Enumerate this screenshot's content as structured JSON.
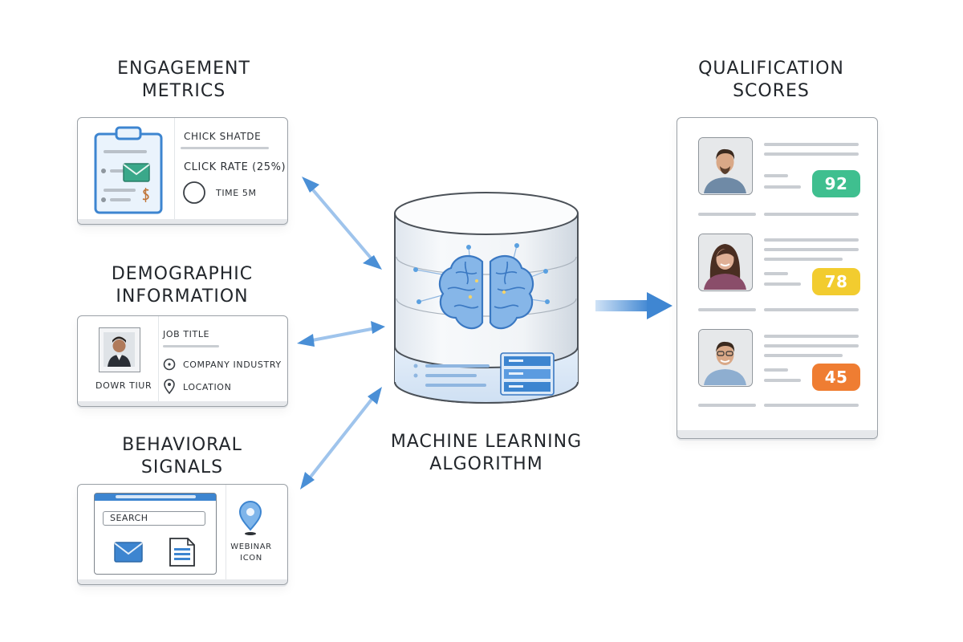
{
  "engagement": {
    "heading_line1": "ENGAGEMENT",
    "heading_line2": "METRICS",
    "garbled_label": "CHICK SHATDE",
    "click_rate": "CLICK RATE (25%)",
    "time": "TIME 5M"
  },
  "demographic": {
    "heading_line1": "DEMOGRAPHIC",
    "heading_line2": "INFORMATION",
    "photo_caption": "DOWR TIUR",
    "job_title": "JOB TITLE",
    "company_industry": "COMPANY INDUSTRY",
    "location": "LOCATION"
  },
  "behavioral": {
    "heading_line1": "BEHAVIORAL",
    "heading_line2": "SIGNALS",
    "search_text": "SEARCH",
    "webinar_line1": "WEBINAR",
    "webinar_line2": "ICON"
  },
  "algorithm": {
    "label_line1": "MACHINE LEARNING",
    "label_line2": "ALGORITHM"
  },
  "qualification": {
    "heading_line1": "QUALIFICATION",
    "heading_line2": "SCORES",
    "leads": [
      {
        "score": "92",
        "color": "#3fbf8f"
      },
      {
        "score": "78",
        "color": "#f2cc2f"
      },
      {
        "score": "45",
        "color": "#ef7d32"
      }
    ]
  },
  "colors": {
    "arrow_blue": "#4a8fd6",
    "brain_blue": "#7fb0e6",
    "brain_dark": "#3a78c2"
  }
}
